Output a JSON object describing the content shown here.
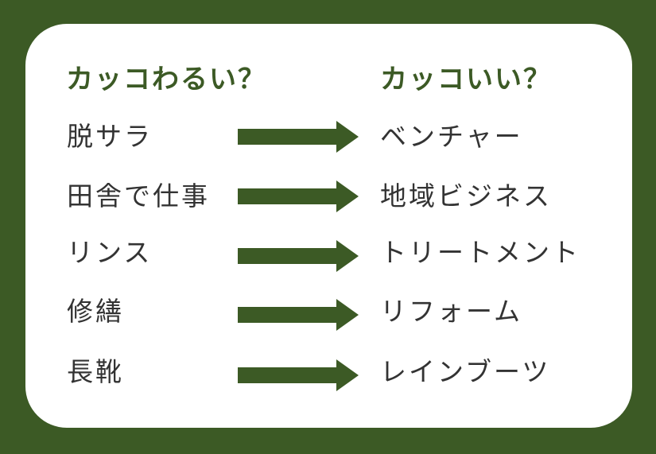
{
  "headers": {
    "uncool": "カッコわるい？",
    "cool": "カッコいい？"
  },
  "rows": [
    {
      "before": "脱サラ",
      "after": "ベンチャー"
    },
    {
      "before": "田舎で仕事",
      "after": "地域ビジネス"
    },
    {
      "before": "リンス",
      "after": "トリートメント"
    },
    {
      "before": "修繕",
      "after": "リフォーム"
    },
    {
      "before": "長靴",
      "after": "レインブーツ"
    }
  ],
  "colors": {
    "frame": "#3c5a25",
    "card": "#ffffff",
    "accent_text": "#3c5a25",
    "body_text": "#333333",
    "arrow": "#3c5a25"
  },
  "icons": {
    "arrow": "right-arrow-icon"
  }
}
